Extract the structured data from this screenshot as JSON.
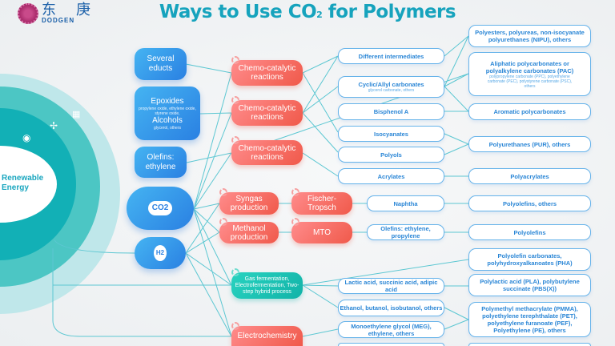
{
  "logo": {
    "cn": "东 庚",
    "en": "DODGEN"
  },
  "title": {
    "main": "Ways to Use CO",
    "sub": "2",
    "rest": " for Polymers"
  },
  "center": {
    "label_line1": "Renewable",
    "label_line2": "Energy",
    "icons": [
      "water-drop-icon",
      "wind-turbine-icon",
      "solar-panel-icon"
    ]
  },
  "sources": {
    "educts": "Several educts",
    "epoxides": "Epoxides",
    "epoxides_sub": "propylene oxide, ethylene oxide, styrene oxide,",
    "alcohols": "Alcohols",
    "alcohols_sub": "glycerol, others",
    "olefins": "Olefins: ethylene",
    "co2": "CO2",
    "h2": "H2"
  },
  "processes": {
    "chemo1": "Chemo-catalytic reactions",
    "chemo2": "Chemo-catalytic reactions",
    "chemo3": "Chemo-catalytic reactions",
    "syngas": "Syngas production",
    "fischer": "Fischer-Tropsch",
    "methanol": "Methanol production",
    "mto": "MTO",
    "gasferm": "Gas fermentation, Electrofermentation, Two-step hybrid process",
    "electro": "Electrochemistry"
  },
  "intermediates": {
    "different": "Different intermediates",
    "cyclic": "Cyclic/Allyl carbonates",
    "cyclic_sub": "glycerol carbonate, others",
    "bisphenol": "Bisphenol A",
    "isocyanates": "Isocyanates",
    "polyols": "Polyols",
    "acrylates": "Acrylates",
    "naphtha": "Naphtha",
    "olefins": "Olefins: ethylene, propylene",
    "lactic": "Lactic acid, succinic acid, adipic acid",
    "ethanol": "Ethanol, butanol, isobutanol, others",
    "meg": "Monoethylene glycol (MEG), ethylene, others"
  },
  "products": {
    "polyesters": "Polyesters, polyureas, non-isocyanate polyurethanes (NIPU), others",
    "aliphatic": "Aliphatic polycarbonates or polyalkylene carbonates (PAC)",
    "aliphatic_sub": "polypropylene carbonate (PPC), polyethylene carbonate (PEC), polystyrene carbonate (PSC), others",
    "aromatic": "Aromatic polycarbonates",
    "pur": "Polyurethanes (PUR), others",
    "polyacrylates": "Polyacrylates",
    "polyolefins_others": "Polyolefins, others",
    "polyolefins": "Polyolefins",
    "pha": "Polyolefin carbonates, polyhydroxyalkanoates (PHA)",
    "pla": "Polylactic acid (PLA), polybutylene succinate (PBS(X))",
    "pmma": "Polymethyl methacrylate (PMMA), polyethylene terephthalate (PET), polyethylene furanoate (PEF), Polyethylene (PE), others"
  }
}
